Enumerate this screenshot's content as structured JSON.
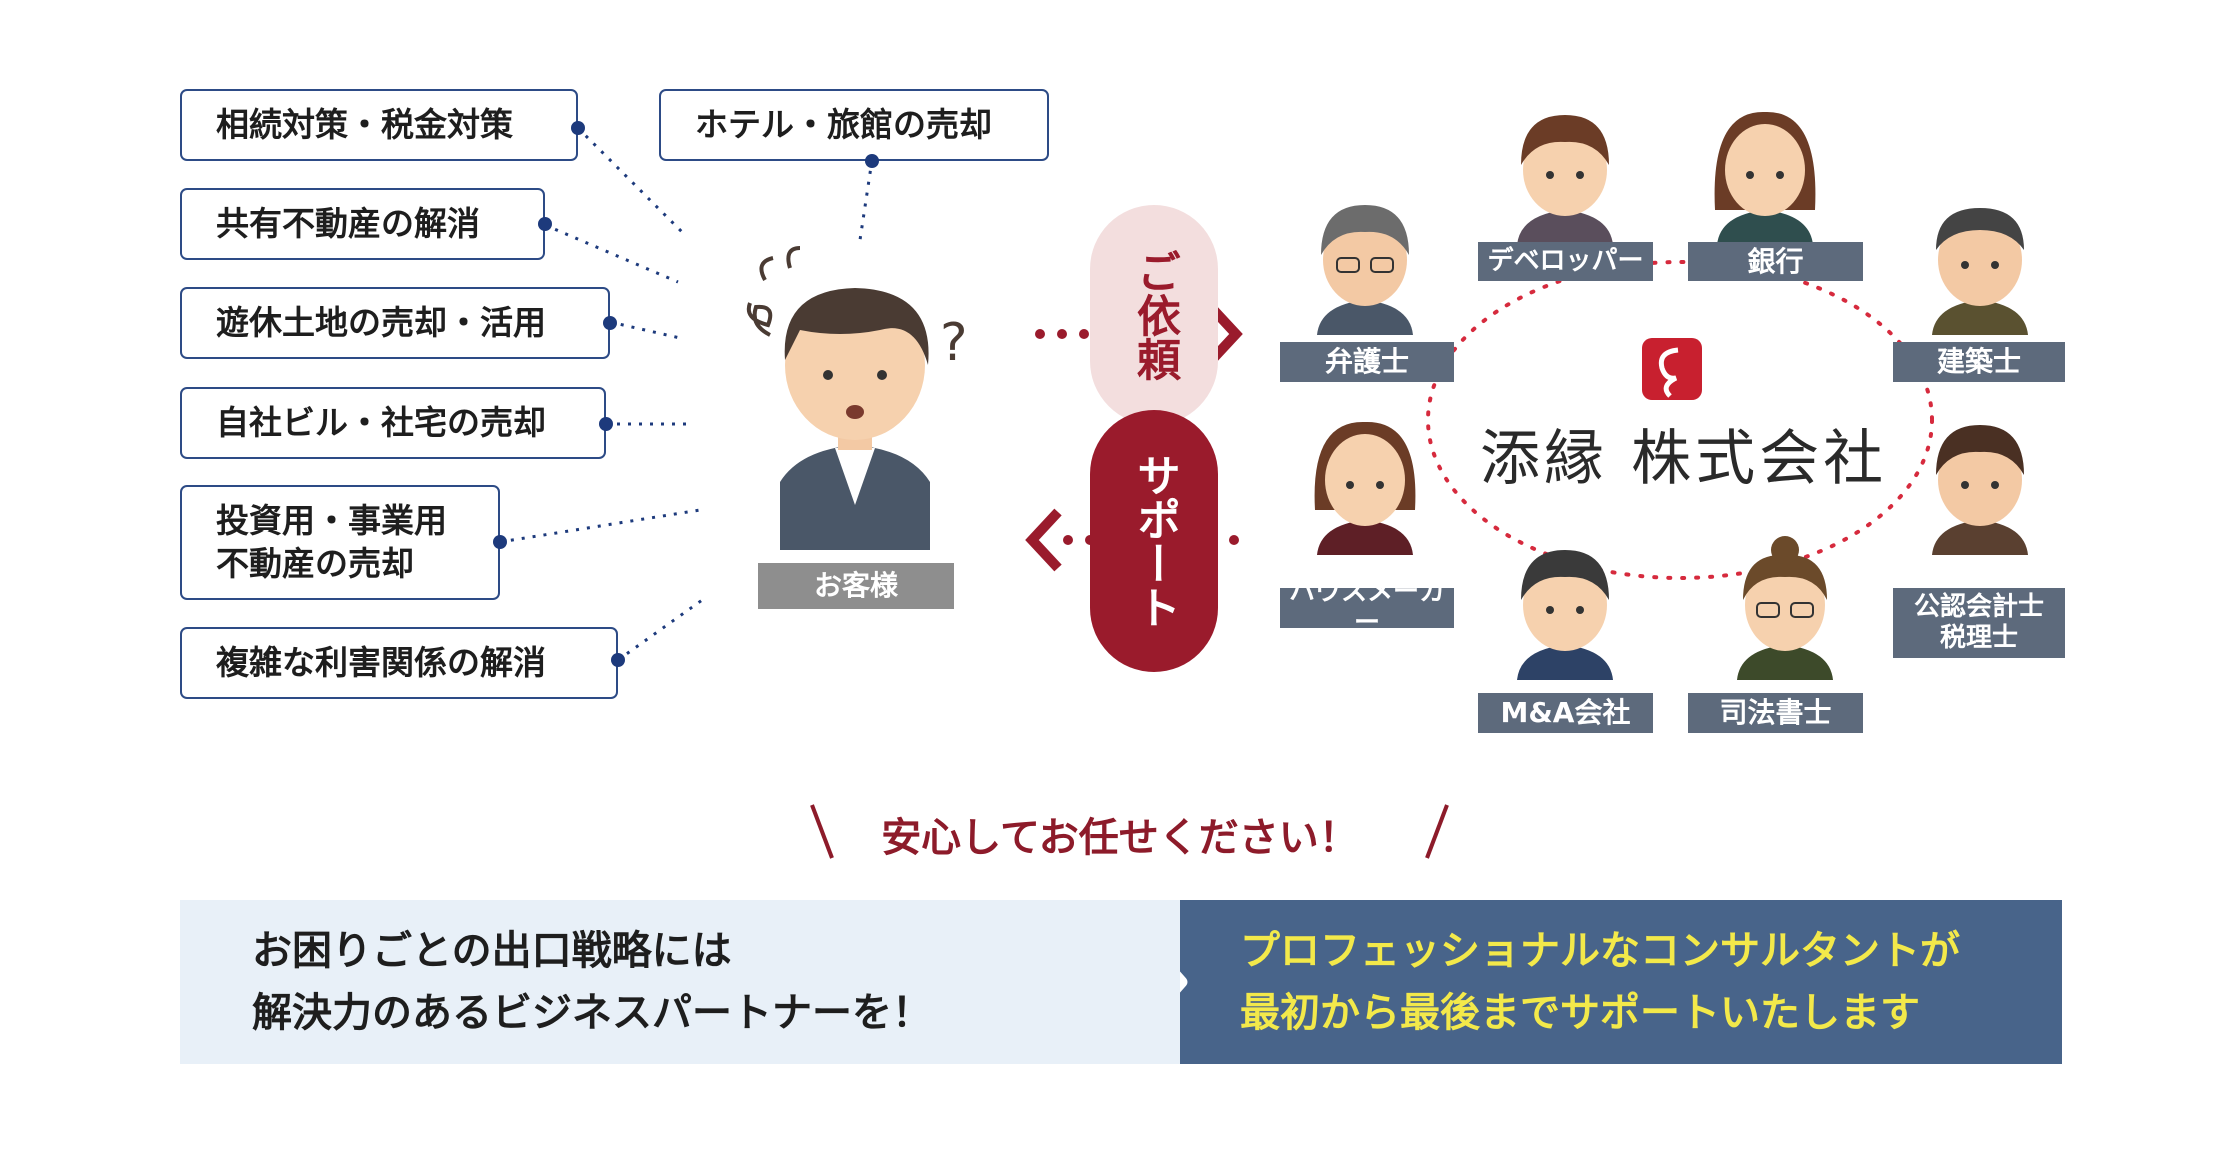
{
  "issues": [
    "相続対策・税金対策",
    "ホテル・旅館の売却",
    "共有不動産の解消",
    "遊休土地の売却・活用",
    "自社ビル・社宅の売却",
    "投資用・事業用\n不動産の売却",
    "複雑な利害関係の解消"
  ],
  "customer": {
    "label": "お客様"
  },
  "flow": {
    "request": "ご依頼",
    "support": "サポート"
  },
  "company": {
    "name": "添縁 株式会社"
  },
  "partners": [
    "デベロッパー",
    "銀行",
    "弁護士",
    "建築士",
    "ハウスメーカー",
    "公認会計士\n税理士",
    "M&A会社",
    "司法書士"
  ],
  "tagline": "安心してお任せください！",
  "banner": {
    "left": "お困りごとの出口戦略には\n解決力のあるビジネスパートナーを！",
    "right": "プロフェッショナルなコンサルタントが\n最初から最後までサポートいたします"
  },
  "colors": {
    "navy": "#2d4b86",
    "crimson": "#9a1b2c",
    "label_grey": "#5d6a7c",
    "banner_blue": "#48648a",
    "banner_yellow": "#f3e94a"
  }
}
